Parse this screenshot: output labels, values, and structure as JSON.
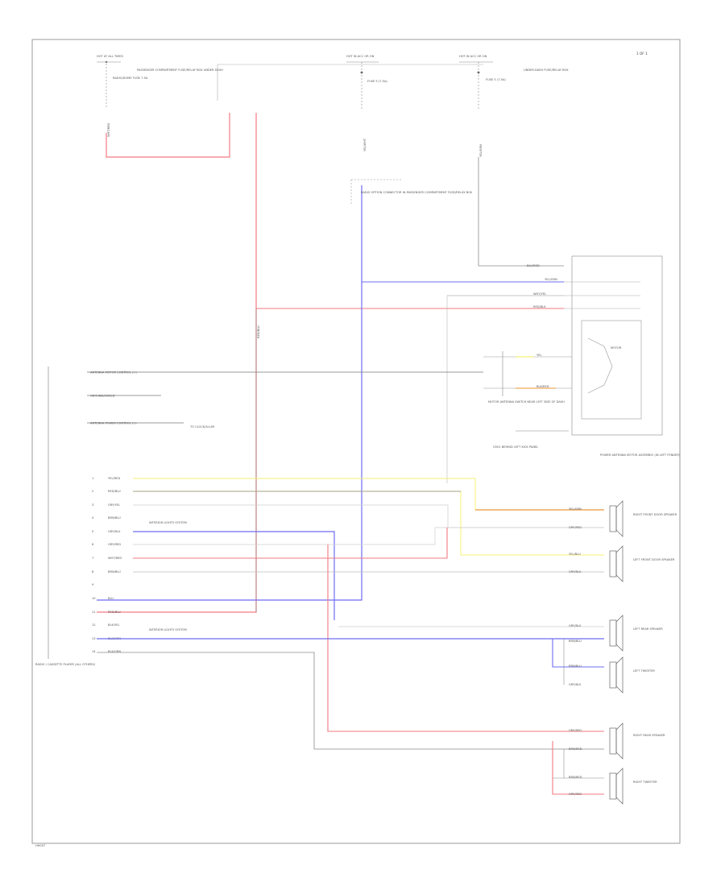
{
  "diagram": {
    "corner_label": "1 OF 1",
    "footer_code": "HH007"
  },
  "fuses": [
    {
      "id": "left",
      "top": "HOT AT ALL TIMES",
      "name": "RADIO/DOME FUSE 7.5A",
      "box": "PASSENGER COMPARTMENT FUSE/RELAY BOX UNDER DASH",
      "wire_code": "WHT/RED"
    },
    {
      "id": "mid",
      "top": "HOT IN ACC OR ON",
      "name": "FUSE 9 (7.5A)",
      "box": "",
      "wire_code": "YEL/WHT"
    },
    {
      "id": "right",
      "top": "HOT IN ACC OR ON",
      "name": "FUSE 5 (7.5A)",
      "box": "UNDER-DASH FUSE/RELAY BOX",
      "wire_code": "YEL/GRN"
    }
  ],
  "connector_note": "RADIO OPTION CONNECTOR IN PASSENGER COMPARTMENT FUSE/RELAY BOX",
  "antenna_switch": {
    "wires": [
      "BLU/RED",
      "YEL/GRN",
      "WHT/YEL",
      "RED/BLK"
    ],
    "mid_wires": [
      "YEL",
      "BLK/RED"
    ],
    "note": "MOTOR ANTENNA SWITCH NEAR LEFT SIDE OF DASH",
    "ground": "G501 BEHIND LEFT KICK PANEL",
    "title": "POWER ANTENNA MOTOR ASSEMBLY (IN LEFT FENDER)",
    "motor": "MOTOR"
  },
  "radio_lines": [
    "ANTENNA MOTOR CONTROL (+)",
    "GROUND/SHIELD",
    "ANTENNA POWER CONTROL (+)"
  ],
  "to_clock": "TO CLOCK/ILLUM",
  "radio_unit": "RADIO / CASSETTE PLAYER (ALL OTHERS)",
  "pins": [
    {
      "num": "1",
      "wire": "YEL/RED"
    },
    {
      "num": "2",
      "wire": "RED/BLU"
    },
    {
      "num": "3",
      "wire": "GRY/YEL"
    },
    {
      "num": "4",
      "wire": "BRN/BLU"
    },
    {
      "num": "5",
      "wire": "GRY/BLU"
    },
    {
      "num": "6",
      "wire": "GRY/RED"
    },
    {
      "num": "7",
      "wire": "WHT/RED"
    },
    {
      "num": "8",
      "wire": "BRN/BLU"
    },
    {
      "num": "9",
      "wire": ""
    },
    {
      "num": "10",
      "wire": "BLU"
    },
    {
      "num": "11",
      "wire": "RED/BLU"
    },
    {
      "num": "12",
      "wire": "BLK/YEL"
    },
    {
      "num": "13",
      "wire": "BLK/GRN"
    },
    {
      "num": "14",
      "wire": "BLK/GRN"
    }
  ],
  "interior_light_note": "INTERIOR LIGHTS SYSTEM",
  "speakers": [
    {
      "wire_a": "YEL/GRN",
      "wire_b": "GRY/RED",
      "label": "RIGHT FRONT DOOR SPEAKER"
    },
    {
      "wire_a": "YEL/BLU",
      "wire_b": "GRY/BLU",
      "label": "LEFT FRONT DOOR SPEAKER"
    },
    {
      "wire_a": "GRY/BLU",
      "wire_b": "BRN/BLU",
      "label": "LEFT REAR SPEAKER"
    },
    {
      "wire_a": "BRN/BLU",
      "wire_b": "GRY/BLU",
      "label": "LEFT TWEETER"
    },
    {
      "wire_a": "GRY/RED",
      "wire_b": "BRN/RED",
      "label": "RIGHT REAR SPEAKER"
    },
    {
      "wire_a": "BRN/RED",
      "wire_b": "GRY/RED",
      "label": "RIGHT TWEETER"
    }
  ],
  "colors": {
    "red": "#f27a82",
    "blue": "#6f6cf2",
    "yellow": "#f4f073",
    "orange": "#f0a85c",
    "gray": "#8a8a8a"
  }
}
